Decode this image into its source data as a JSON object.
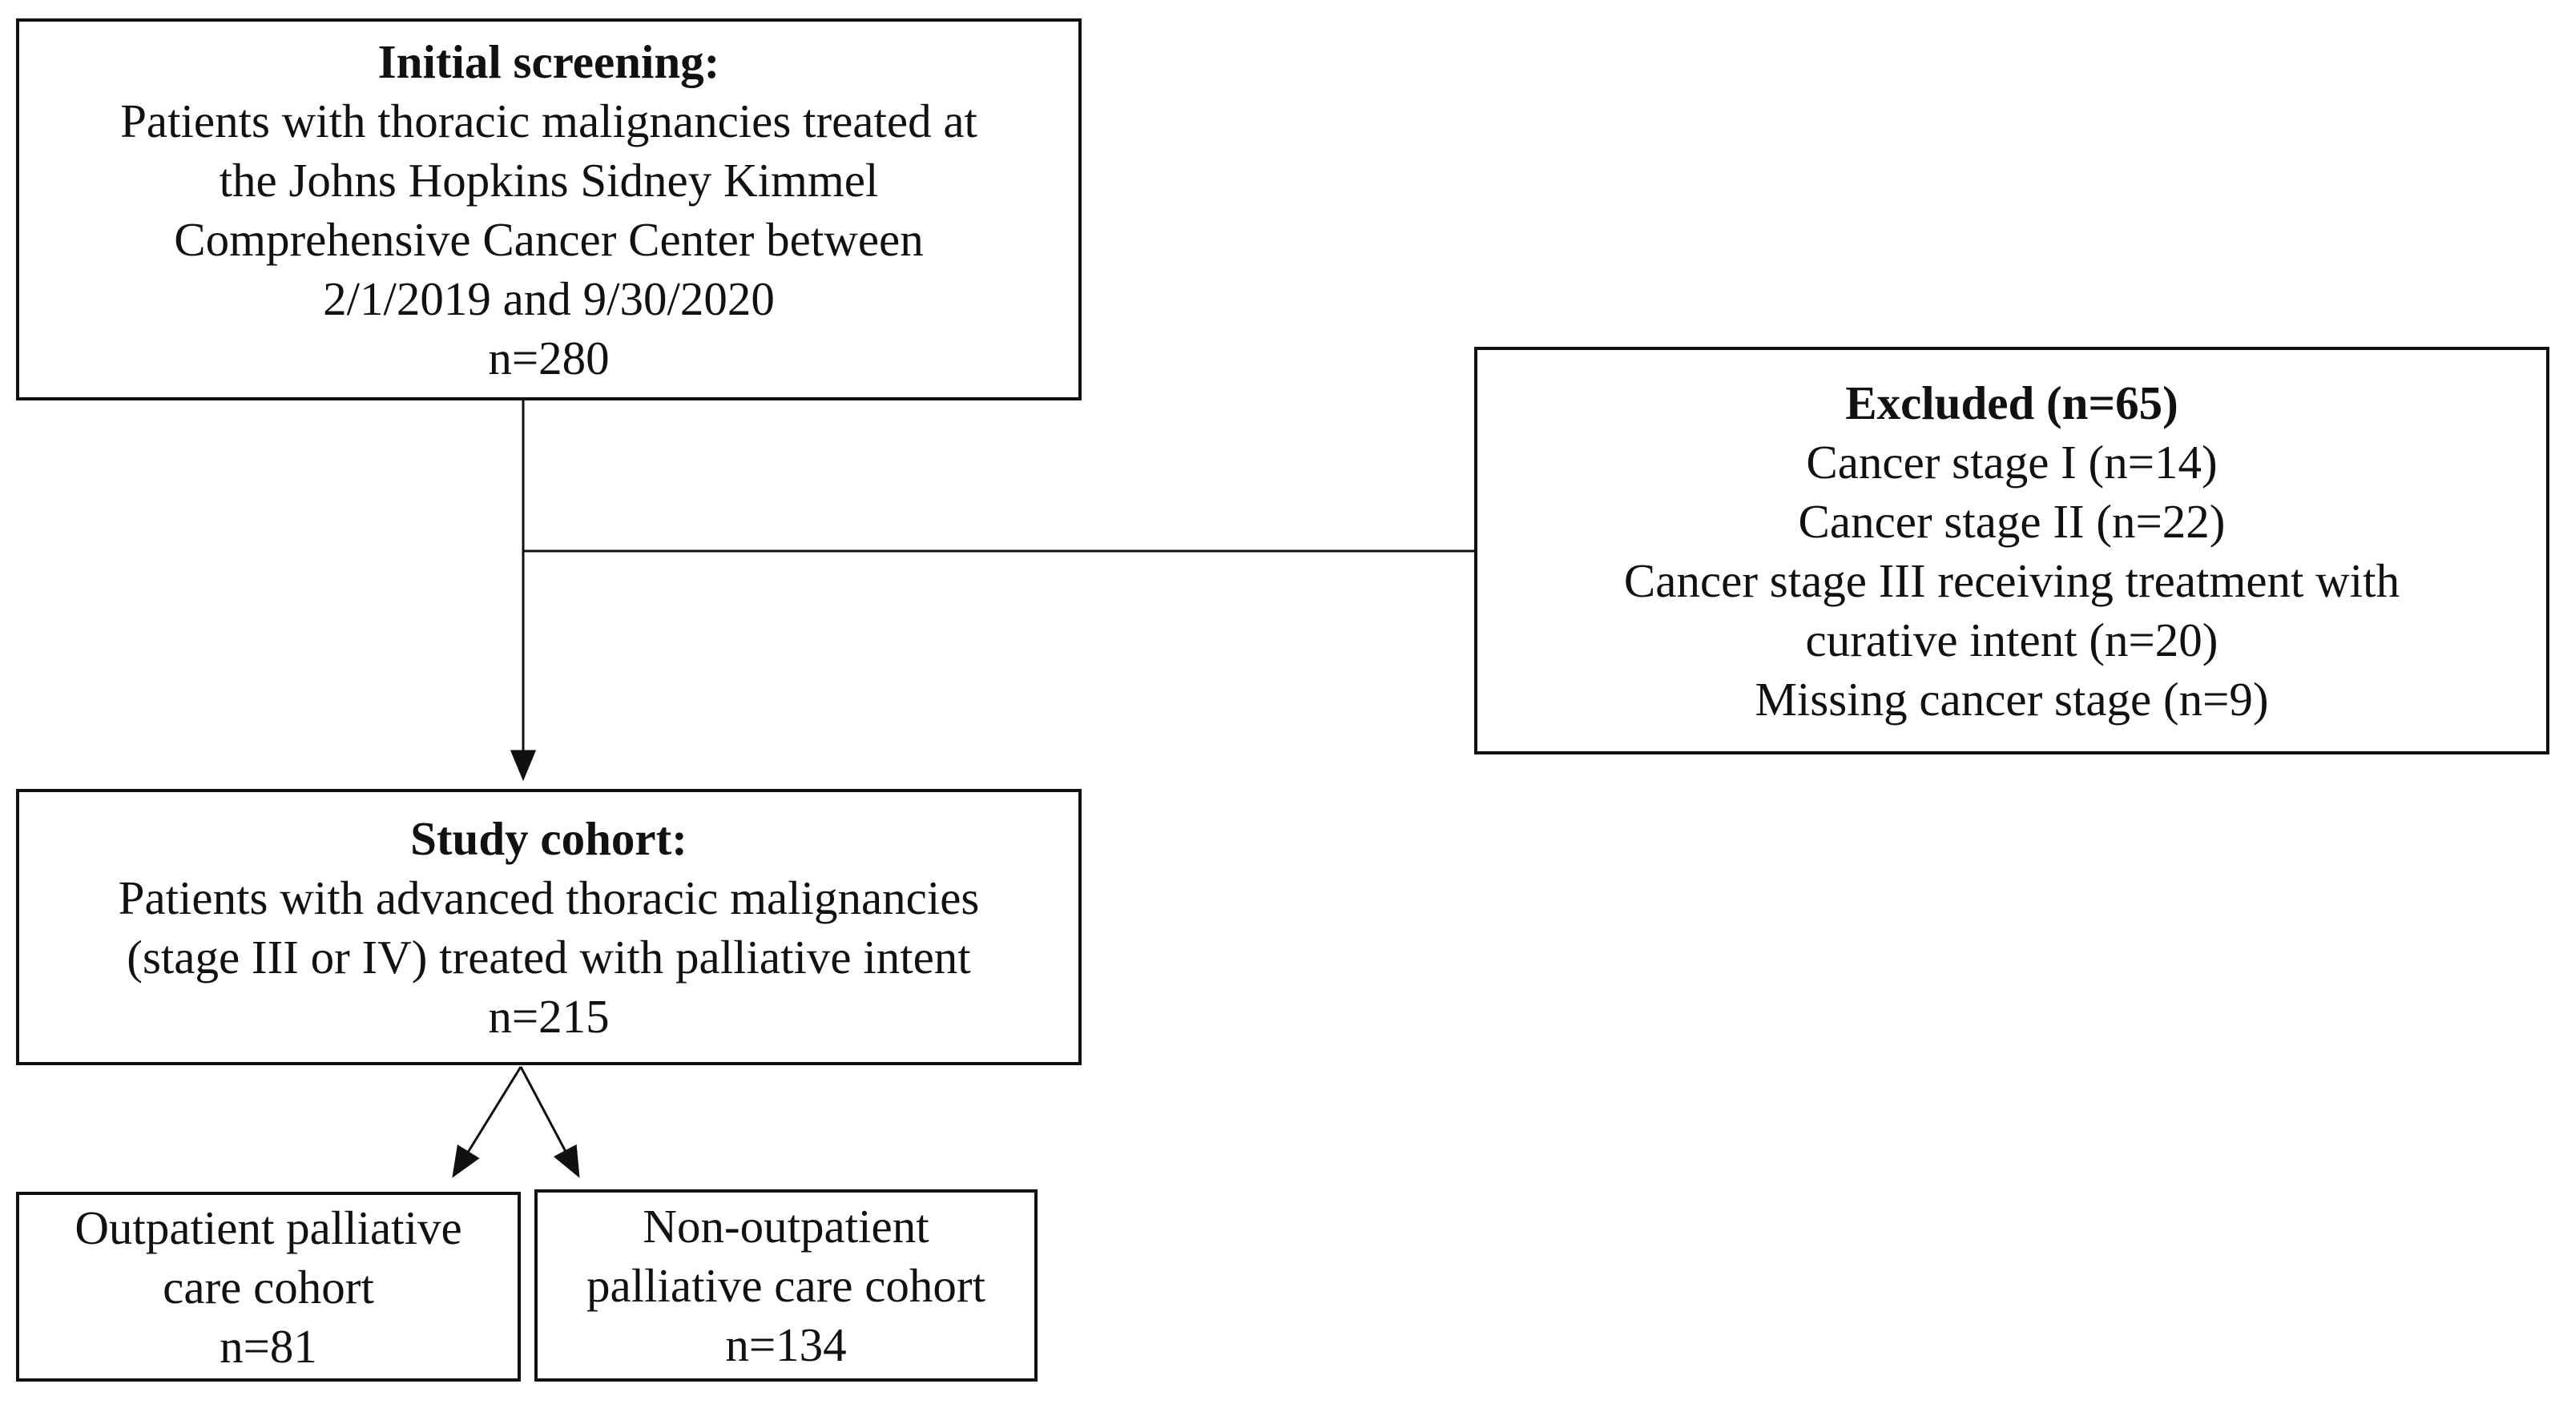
{
  "figure": {
    "type": "patient-flow-diagram",
    "colors": {
      "background": "#ffffff",
      "line": "#111111",
      "text": "#111111"
    }
  },
  "boxes": {
    "initial_screening": {
      "title": "Initial screening:",
      "lines": [
        "Patients with thoracic malignancies treated at",
        "the Johns Hopkins Sidney Kimmel",
        "Comprehensive Cancer Center between",
        "2/1/2019 and 9/30/2020",
        "n=280"
      ]
    },
    "excluded": {
      "title": "Excluded (n=65)",
      "lines": [
        "Cancer stage I (n=14)",
        "Cancer stage II (n=22)",
        "Cancer stage III receiving treatment with",
        "curative intent (n=20)",
        "Missing cancer stage (n=9)"
      ]
    },
    "study_cohort": {
      "title": "Study cohort:",
      "lines": [
        "Patients with advanced thoracic malignancies",
        "(stage III or IV) treated with palliative intent",
        "n=215"
      ]
    },
    "outpatient": {
      "lines": [
        "Outpatient palliative",
        "care cohort",
        "n=81"
      ]
    },
    "non_outpatient": {
      "lines": [
        "Non-outpatient",
        "palliative care cohort",
        "n=134"
      ]
    }
  }
}
